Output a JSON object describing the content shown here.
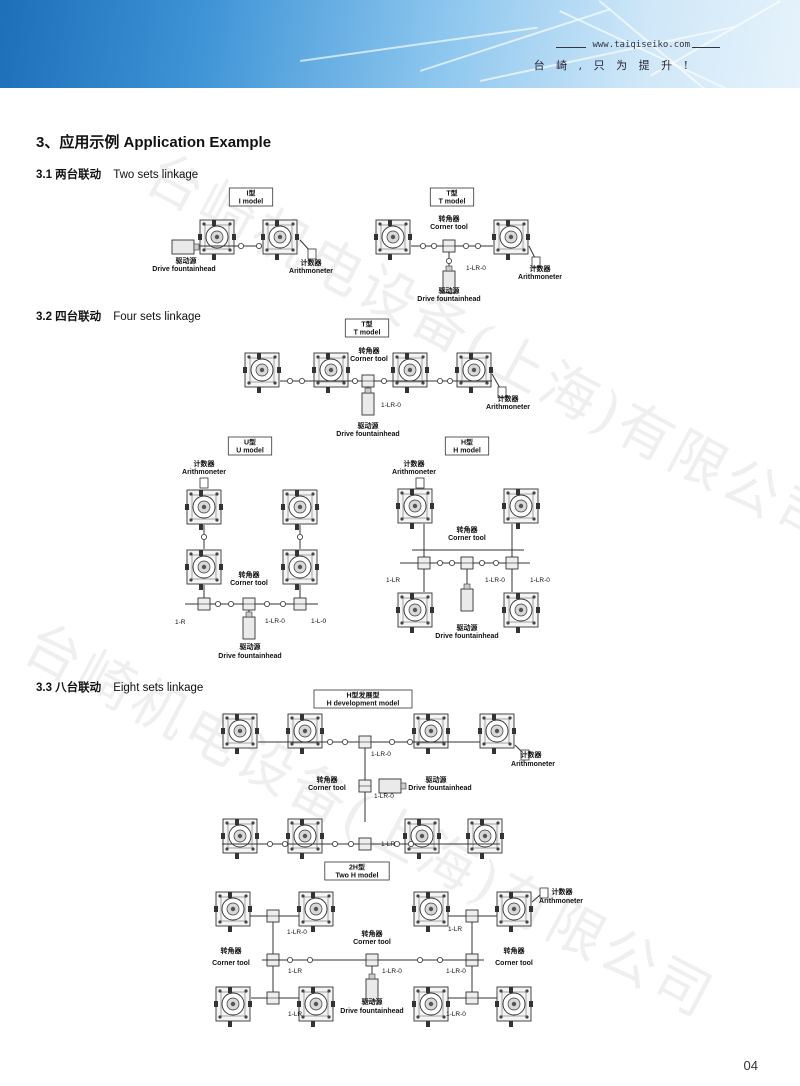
{
  "header": {
    "url": "www.taiqiseiko.com",
    "slogan": "台 崎 , 只 为 提 升 !"
  },
  "title": "3、应用示例 Application Example",
  "sections": [
    {
      "zh": "3.1 两台联动",
      "en": "Two sets linkage"
    },
    {
      "zh": "3.2 四台联动",
      "en": "Four sets linkage"
    },
    {
      "zh": "3.3 八台联动",
      "en": "Eight sets linkage"
    }
  ],
  "labels": {
    "i_model_zh": "I型",
    "i_model_en": "I model",
    "t_model_zh": "T型",
    "t_model_en": "T model",
    "u_model_zh": "U型",
    "u_model_en": "U model",
    "h_model_zh": "H型",
    "h_model_en": "H model",
    "hdev_zh": "H型发展型",
    "hdev_en": "H  development model",
    "two_h_zh": "2H型",
    "two_h_en": "Two H  model",
    "drive_zh": "驱动源",
    "drive_en": "Drive fountainhead",
    "counter_zh": "计数器",
    "counter_en": "Arithmoneter",
    "corner_zh": "转角器",
    "corner_en": "Corner tool",
    "r_1lr0": "1-LR-0",
    "r_1r": "1-R",
    "r_1l0": "1-L-0",
    "r_1lr": "1-LR"
  },
  "watermark": [
    "台崎机电设备(上海)有限公司",
    "台崎机电设备(上海)有限公司"
  ],
  "page_number": "04"
}
